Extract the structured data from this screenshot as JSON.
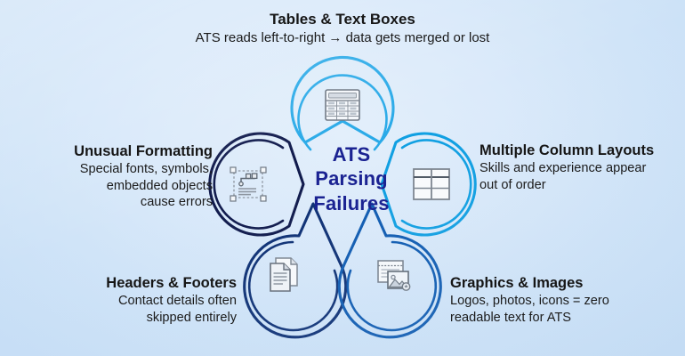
{
  "center": {
    "line1": "ATS",
    "line2": "Parsing",
    "line3": "Failures",
    "color": "#1b2392"
  },
  "background": {
    "color_light": "#e3effb",
    "color_mid": "#d0e4f8",
    "color_edge": "#c8dff6"
  },
  "nodes": [
    {
      "id": "tables-text-boxes",
      "title": "Tables & Text Boxes",
      "desc": "ATS reads left-to-right → data gets merged or lost",
      "icon": "spreadsheet-table-icon",
      "ring_color": "#29a9e6",
      "position": "top"
    },
    {
      "id": "unusual-formatting",
      "title": "Unusual Formatting",
      "desc_lines": [
        "Special fonts, symbols,",
        "embedded objects",
        "cause errors"
      ],
      "icon": "embedded-object-icon",
      "ring_color": "#111a4d",
      "position": "left"
    },
    {
      "id": "multiple-column-layouts",
      "title": "Multiple Column Layouts",
      "desc_lines": [
        "Skills and experience appear",
        "out of order"
      ],
      "icon": "column-grid-icon",
      "ring_color": "#0a9ce0",
      "position": "right"
    },
    {
      "id": "headers-footers",
      "title": "Headers & Footers",
      "desc_lines": [
        "Contact details often",
        "skipped entirely"
      ],
      "icon": "documents-pages-icon",
      "ring_color": "#0d2f73",
      "position": "bottom-left"
    },
    {
      "id": "graphics-images",
      "title": "Graphics & Images",
      "desc_lines": [
        "Logos, photos, icons = zero",
        "readable text for ATS"
      ],
      "icon": "image-photo-icon",
      "ring_color": "#0e5ab0",
      "position": "bottom-right"
    }
  ]
}
